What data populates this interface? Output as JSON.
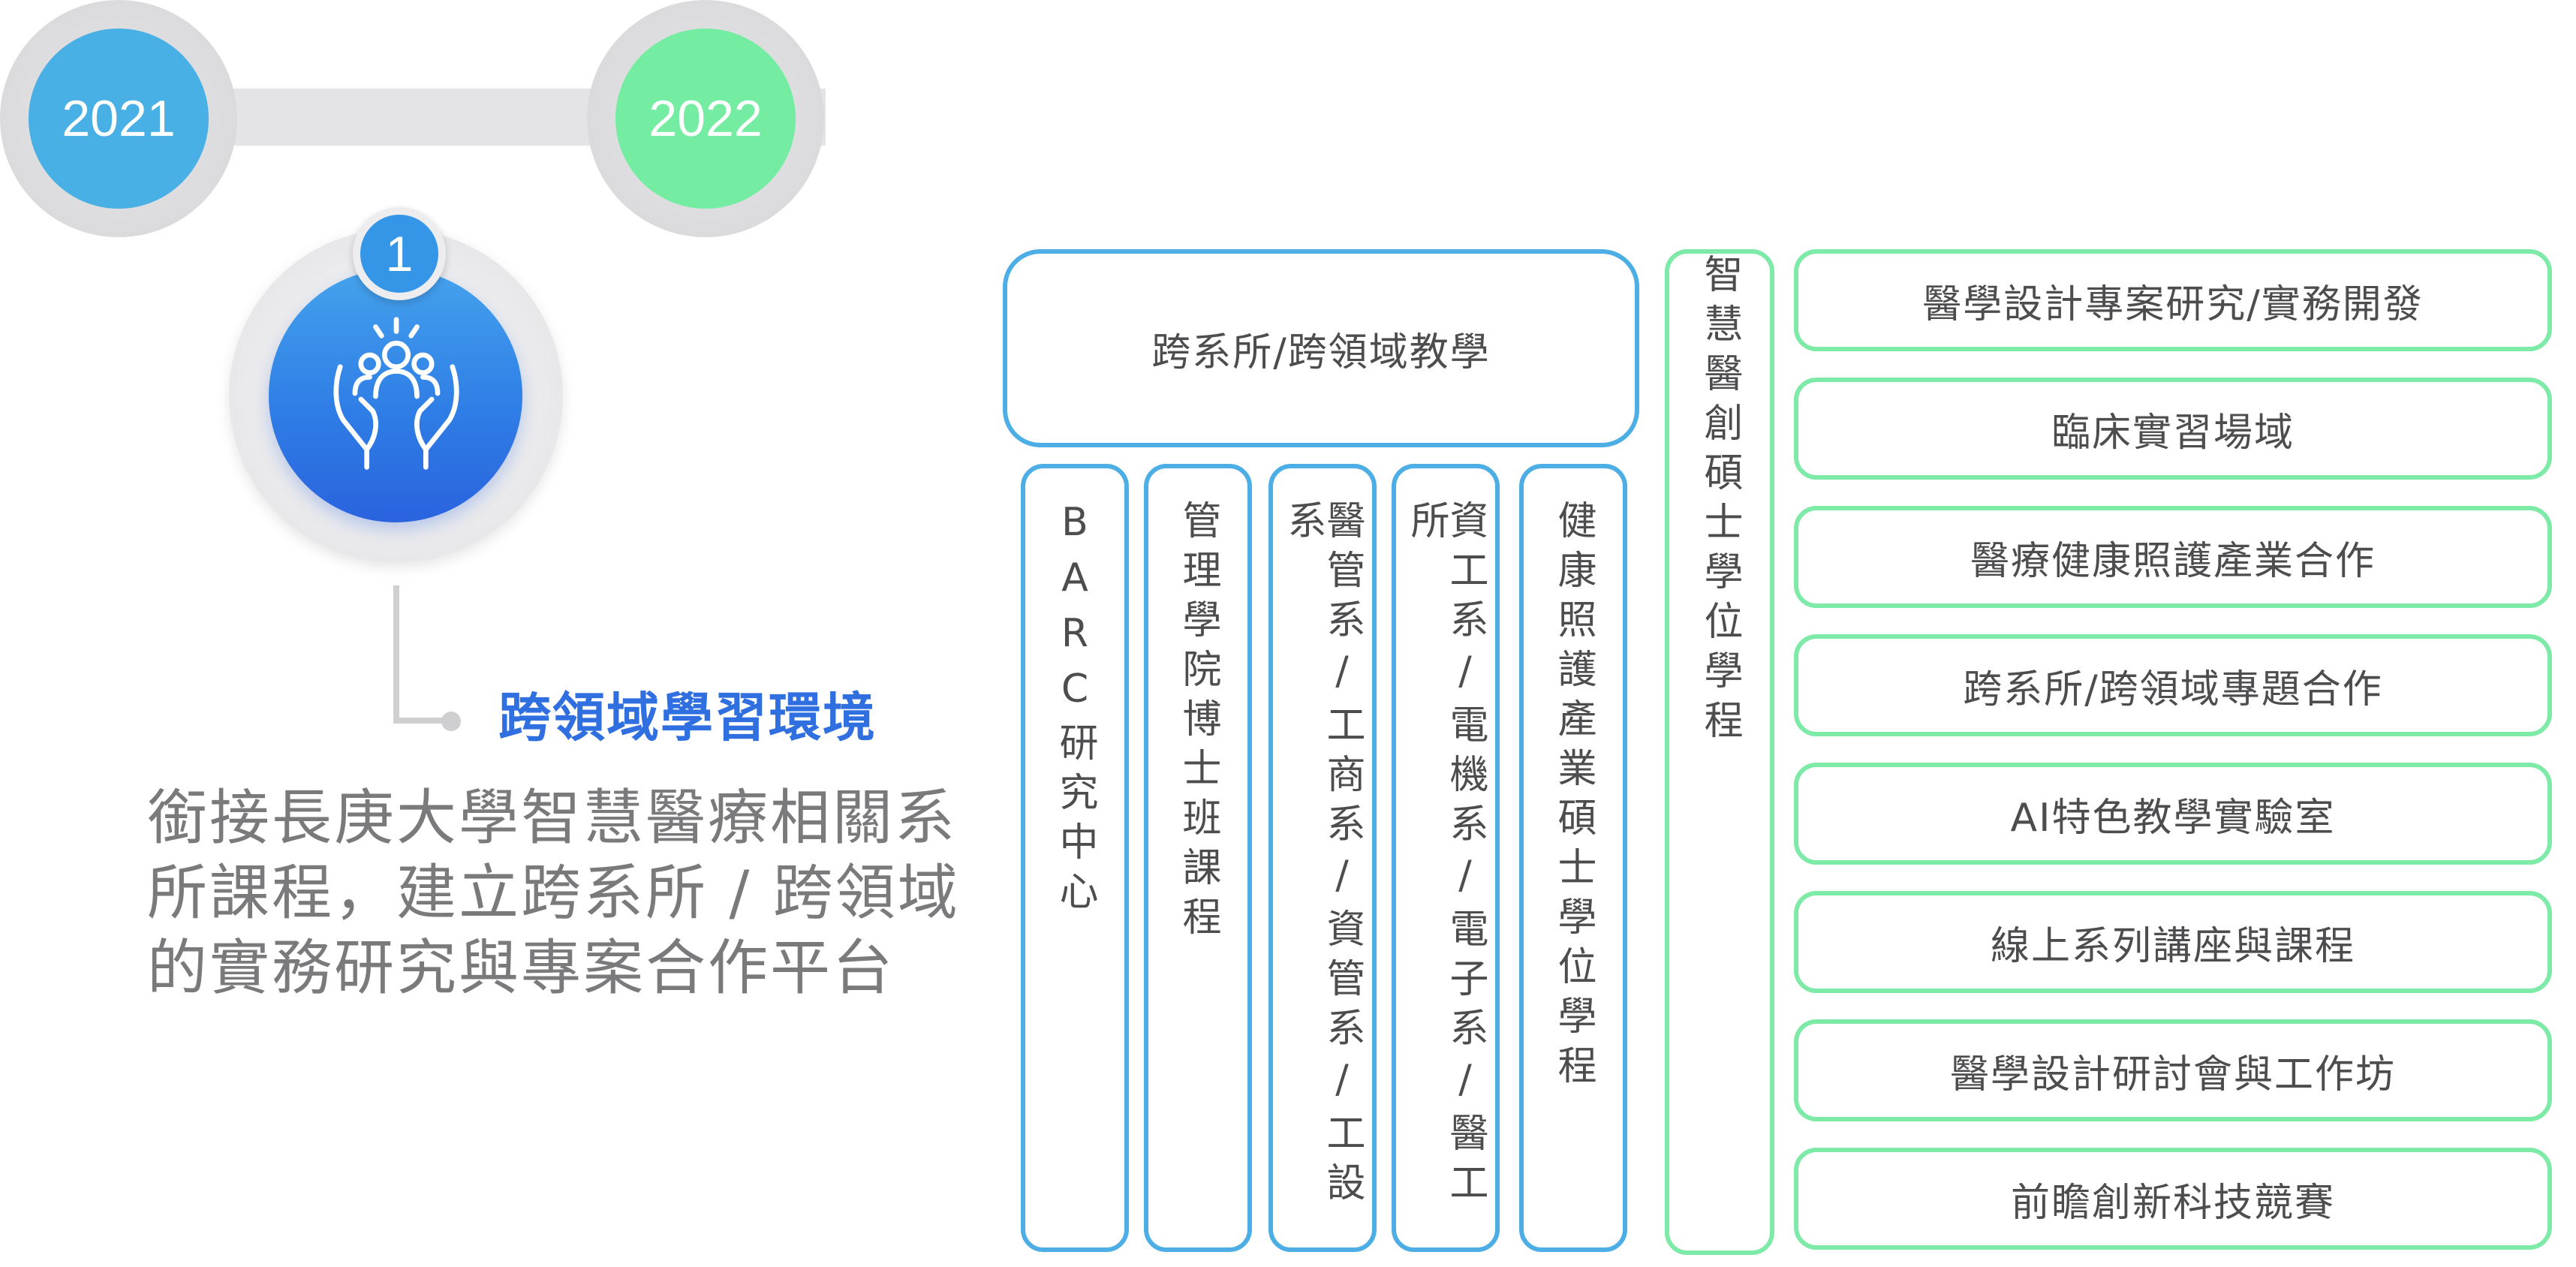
{
  "timeline": {
    "year_start": "2021",
    "year_end": "2022",
    "start_color": "#48b0e4",
    "end_color": "#74eda2"
  },
  "step": {
    "number": "1",
    "icon": "hands-holding-people-icon",
    "heading": "跨領域學習環境",
    "description": "銜接長庚大學智慧醫療相關系所課程，建立跨系所 / 跨領域的實務研究與專案合作平台"
  },
  "structure": {
    "top_box": "跨系所/跨領域教學",
    "columns": [
      "BARC研究中心",
      "管理學院博士班課程",
      "醫管系/工商系/資管系/工設系",
      "資工系/電機系/電子系/醫工所",
      "健康照護產業碩士學位學程"
    ],
    "degree_program": "智慧醫創碩士學位學程",
    "outcomes": [
      "醫學設計專案研究/實務開發",
      "臨床實習場域",
      "醫療健康照護產業合作",
      "跨系所/跨領域專題合作",
      "AI特色教學實驗室",
      "線上系列講座與課程",
      "醫學設計研討會與工作坊",
      "前瞻創新科技競賽"
    ]
  },
  "colors": {
    "blue_border": "#4caee4",
    "green_border": "#7eeaa7",
    "heading": "#2f6fe0"
  }
}
